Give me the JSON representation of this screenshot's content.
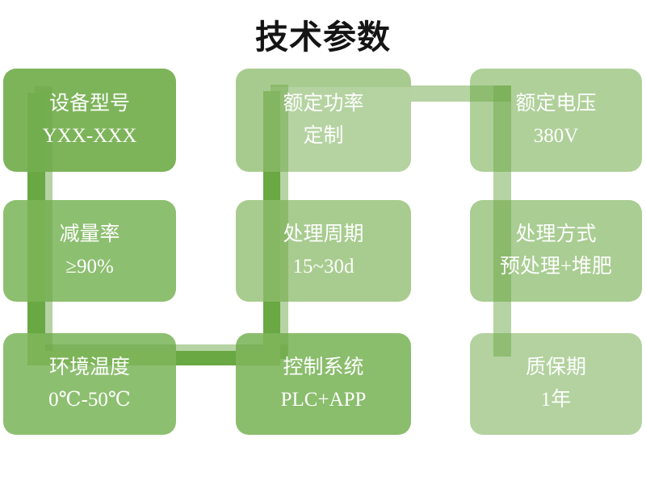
{
  "title": "技术参数",
  "boxes": [
    {
      "label": "设备型号",
      "value": "YXX-XXX"
    },
    {
      "label": "额定功率",
      "value": "定制"
    },
    {
      "label": "额定电压",
      "value": "380V"
    },
    {
      "label": "减量率",
      "value": "≥90%"
    },
    {
      "label": "处理周期",
      "value": "15~30d"
    },
    {
      "label": "处理方式",
      "value": "预处理+堆肥"
    },
    {
      "label": "环境温度",
      "value": "0℃-50℃"
    },
    {
      "label": "控制系统",
      "value": "PLC+APP"
    },
    {
      "label": "质保期",
      "value": "1年"
    }
  ],
  "colors": {
    "box_dark": "#7DB45A",
    "box_medium": "#8DBF70",
    "box_light": "#A9CD92",
    "box_lightest": "#B3D29F",
    "connector_dark": "#69A843",
    "connector_light": "#B9D5A5",
    "text": "#FEFEFE",
    "title": "#141414",
    "background": "#FFFFFF"
  }
}
